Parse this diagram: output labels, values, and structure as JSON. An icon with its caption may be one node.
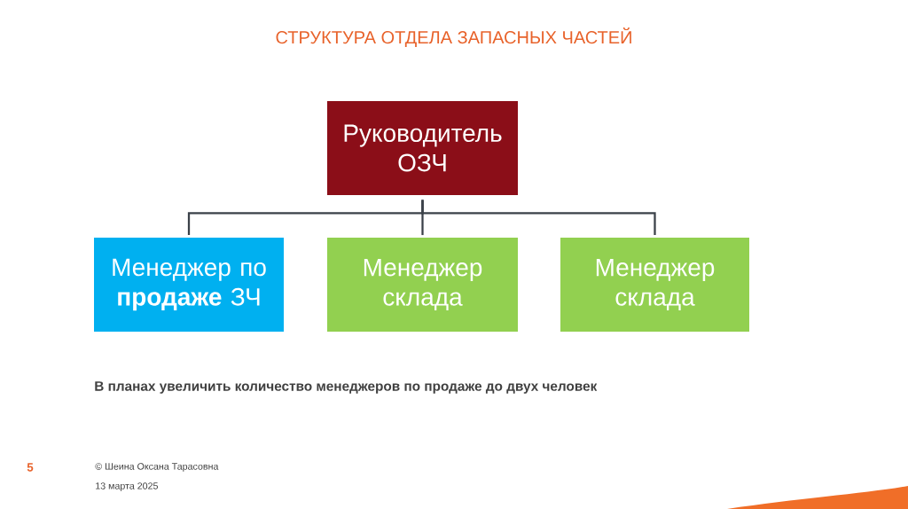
{
  "diagram": {
    "title": "СТРУКТУРА ОТДЕЛА ЗАПАСНЫХ ЧАСТЕЙ",
    "nodes": [
      {
        "text": [
          "Руководитель ОЗЧ"
        ]
      },
      {
        "text": [
          "Менеджер по **продаже** ЗЧ"
        ]
      },
      {
        "text": [
          "Менеджер склада"
        ]
      },
      {
        "text": [
          "Менеджер склада"
        ]
      }
    ],
    "edges": [
      {
        "from": 0,
        "to": 1,
        "arrow": "none"
      },
      {
        "from": 0,
        "to": 2,
        "arrow": "none"
      },
      {
        "from": 0,
        "to": 3,
        "arrow": "none"
      }
    ],
    "labels": [
      "В планах увеличить количество менеджеров по продаже до двух человек",
      "5",
      "© Шеина Оксана Тарасовна",
      "13 марта 2025"
    ]
  }
}
